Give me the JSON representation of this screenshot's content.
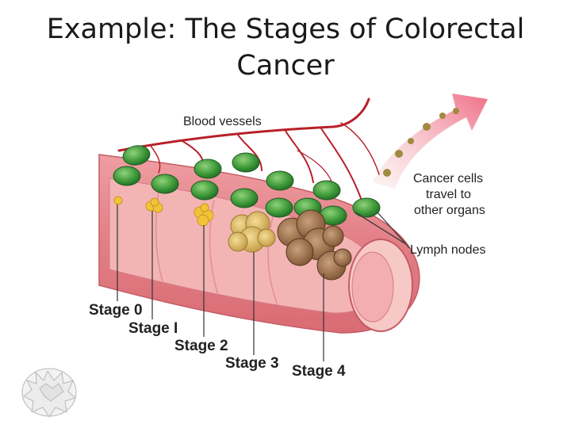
{
  "slide": {
    "title_line1": "Example: The Stages of Colorectal",
    "title_line2": "Cancer"
  },
  "diagram": {
    "labels": {
      "blood_vessels": "Blood vessels",
      "cancer_travel_1": "Cancer cells",
      "cancer_travel_2": "travel to",
      "cancer_travel_3": "other organs",
      "lymph_nodes": "Lymph nodes"
    },
    "stages": [
      "Stage 0",
      "Stage I",
      "Stage 2",
      "Stage 3",
      "Stage 4"
    ],
    "colors": {
      "colon_wall": "#e58a8f",
      "colon_inner": "#f3b4b4",
      "lymph_node": "#3f9a3a",
      "blood_vessel": "#b8202a",
      "arrow": "#f08a9a",
      "tumor_early": "#f2c23a",
      "tumor_late": "#8b6240"
    }
  }
}
